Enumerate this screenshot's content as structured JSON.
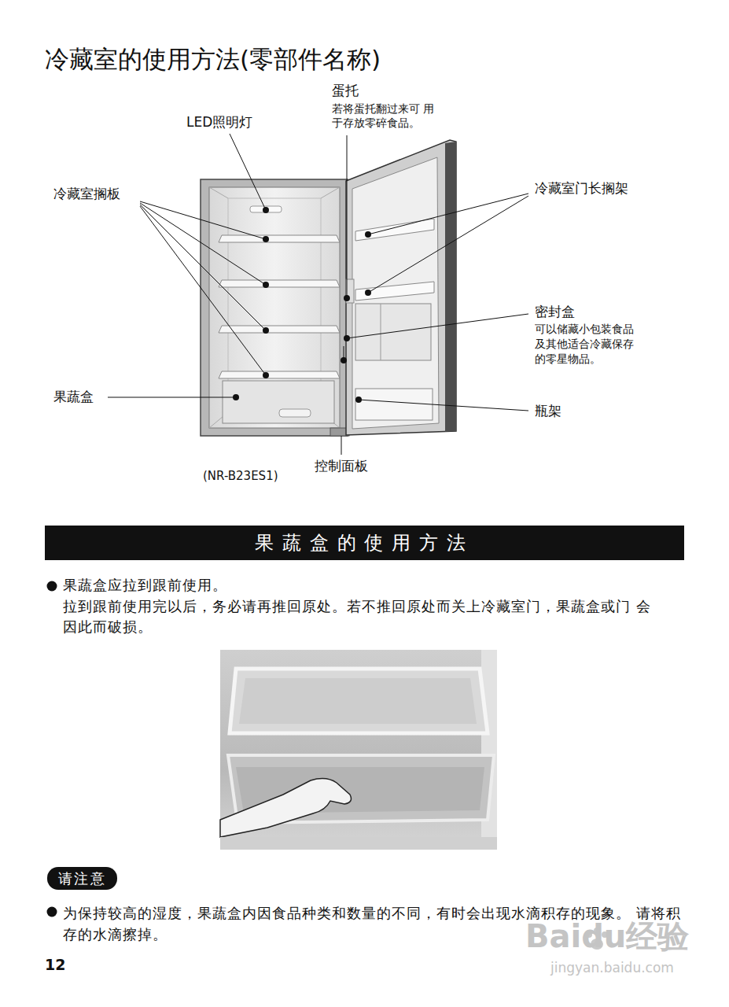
{
  "diagram": {
    "title": "冷藏室的使用方法(零部件名称)",
    "nodes": [
      {
        "text": [
          "果蔬盒的使用方法"
        ]
      },
      {
        "text": [
          "请注意"
        ]
      }
    ],
    "labels": [
      "LED照明灯",
      "蛋托",
      "若将蛋托翻过来可 用于存放零碎食品。",
      "冷藏室搁板",
      "冷藏室门长搁架",
      "密封盒",
      "可以储藏小包装食品 及其他适合冷藏保存 的零星物品。",
      "果蔬盒",
      "瓶架",
      "控制面板",
      "(NR-B23ES1)",
      "果蔬盒应拉到跟前使用。",
      "拉到跟前使用完以后，务必请再推回原处。若不推回原处而关上冷藏室门，果蔬盒或门 会因此而破损。",
      "为保持较高的湿度，果蔬盒内因食品种类和数量的不同，有时会出现水滴积存的现象。 请将积存的水滴擦掉。",
      "12",
      "Baidu经验",
      "jingyan.baidu.com"
    ]
  }
}
